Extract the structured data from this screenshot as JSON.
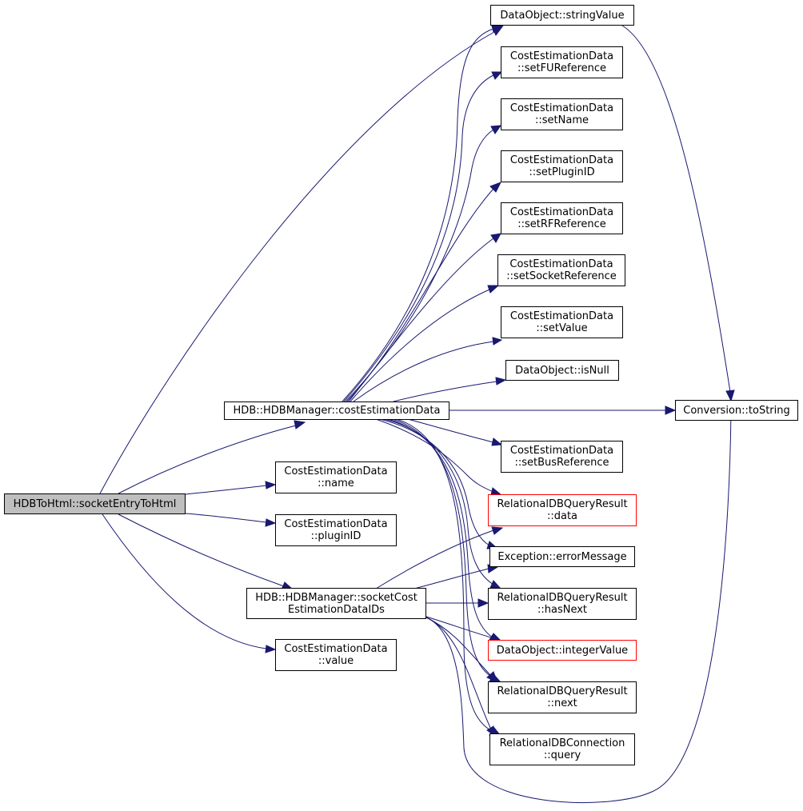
{
  "nodes": {
    "root": [
      "HDBToHtml::socketEntryToHtml"
    ],
    "cost_estimation_data_fn": [
      "HDB::HDBManager::costEstimationData"
    ],
    "name": [
      "CostEstimationData",
      "::name"
    ],
    "plugin_id": [
      "CostEstimationData",
      "::pluginID"
    ],
    "socket_cost_ids": [
      "HDB::HDBManager::socketCost",
      "EstimationDataIDs"
    ],
    "value": [
      "CostEstimationData",
      "::value"
    ],
    "string_value": [
      "DataObject::stringValue"
    ],
    "set_fu_reference": [
      "CostEstimationData",
      "::setFUReference"
    ],
    "set_name": [
      "CostEstimationData",
      "::setName"
    ],
    "set_plugin_id": [
      "CostEstimationData",
      "::setPluginID"
    ],
    "set_rf_reference": [
      "CostEstimationData",
      "::setRFReference"
    ],
    "set_socket_reference": [
      "CostEstimationData",
      "::setSocketReference"
    ],
    "set_value": [
      "CostEstimationData",
      "::setValue"
    ],
    "is_null": [
      "DataObject::isNull"
    ],
    "to_string": [
      "Conversion::toString"
    ],
    "set_bus_reference": [
      "CostEstimationData",
      "::setBusReference"
    ],
    "rdb_data": [
      "RelationalDBQueryResult",
      "::data"
    ],
    "error_message": [
      "Exception::errorMessage"
    ],
    "has_next": [
      "RelationalDBQueryResult",
      "::hasNext"
    ],
    "integer_value": [
      "DataObject::integerValue"
    ],
    "rdb_next": [
      "RelationalDBQueryResult",
      "::next"
    ],
    "query": [
      "RelationalDBConnection",
      "::query"
    ]
  },
  "colors": {
    "edge": "#191970",
    "root_fill": "#bfbfbf",
    "node_border": "#000000",
    "truncated_border": "#ff0000"
  }
}
